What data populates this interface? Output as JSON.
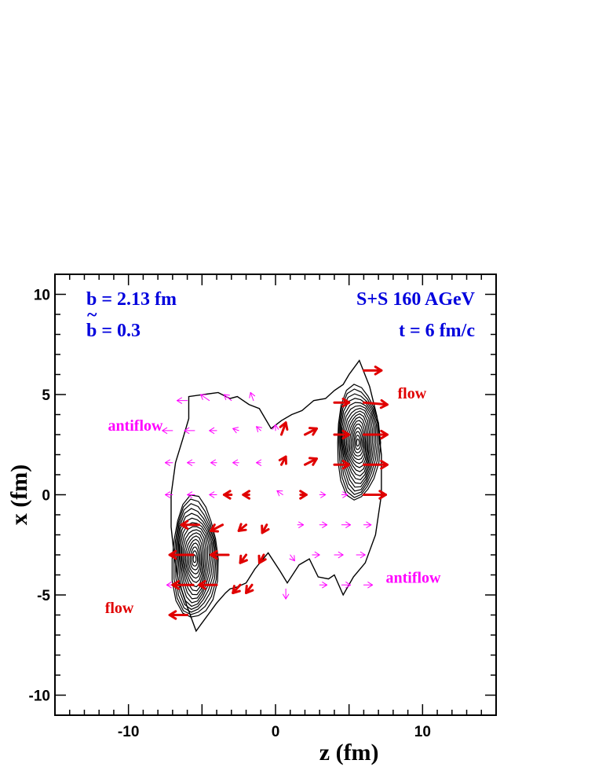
{
  "chart_data": {
    "type": "contour-vector",
    "xlabel": "z  (fm)",
    "ylabel": "x  (fm)",
    "xlim": [
      -15,
      15
    ],
    "ylim": [
      -11,
      11
    ],
    "x_ticks": [
      -10,
      0,
      10
    ],
    "y_ticks": [
      -10,
      -5,
      0,
      5,
      10
    ],
    "x_tick_labels": [
      "-10",
      "0",
      "10"
    ],
    "y_tick_labels": [
      "-10",
      "-5",
      "0",
      "5",
      "10"
    ],
    "annotations": {
      "impact": "b = 2.13 fm",
      "reduced": "b = 0.3",
      "system": "S+S  160 AGeV",
      "time": "t = 6 fm/c"
    },
    "labels": [
      {
        "text": "flow",
        "z": 8.3,
        "x": 4.8,
        "color": "#e00000"
      },
      {
        "text": "antiflow",
        "z": -11.4,
        "x": 3.2,
        "color": "#ff00ff"
      },
      {
        "text": "antiflow",
        "z": 7.5,
        "x": -4.4,
        "color": "#ff00ff"
      },
      {
        "text": "flow",
        "z": -11.6,
        "x": -5.9,
        "color": "#e00000"
      }
    ],
    "contour_outline": [
      [
        -5.4,
        -6.8
      ],
      [
        -4.6,
        -6.0
      ],
      [
        -4.0,
        -5.4
      ],
      [
        -3.4,
        -4.9
      ],
      [
        -3.1,
        -4.7
      ],
      [
        -2.6,
        -4.6
      ],
      [
        -2.0,
        -4.4
      ],
      [
        -1.4,
        -3.7
      ],
      [
        -0.5,
        -2.9
      ],
      [
        0.3,
        -3.8
      ],
      [
        0.8,
        -4.4
      ],
      [
        1.6,
        -3.5
      ],
      [
        2.3,
        -3.2
      ],
      [
        2.9,
        -4.1
      ],
      [
        3.6,
        -4.2
      ],
      [
        4.0,
        -4.0
      ],
      [
        4.6,
        -5.0
      ],
      [
        5.3,
        -4.1
      ],
      [
        6.1,
        -3.4
      ],
      [
        6.8,
        -2.0
      ],
      [
        7.2,
        0.0
      ],
      [
        7.2,
        2.0
      ],
      [
        6.9,
        3.9
      ],
      [
        6.4,
        5.4
      ],
      [
        5.7,
        6.7
      ],
      [
        5.0,
        6.0
      ],
      [
        4.6,
        5.5
      ],
      [
        4.0,
        5.2
      ],
      [
        3.4,
        4.8
      ],
      [
        2.6,
        4.7
      ],
      [
        1.8,
        4.2
      ],
      [
        1.1,
        4.0
      ],
      [
        0.4,
        3.7
      ],
      [
        -0.3,
        3.3
      ],
      [
        -1.1,
        4.3
      ],
      [
        -1.8,
        4.5
      ],
      [
        -2.6,
        4.9
      ],
      [
        -3.1,
        4.8
      ],
      [
        -3.9,
        5.1
      ],
      [
        -4.9,
        5.0
      ],
      [
        -5.9,
        4.9
      ],
      [
        -5.9,
        3.8
      ],
      [
        -6.3,
        2.8
      ],
      [
        -6.8,
        1.6
      ],
      [
        -7.1,
        0.0
      ],
      [
        -7.1,
        -1.6
      ],
      [
        -6.9,
        -3.0
      ],
      [
        -6.6,
        -4.3
      ],
      [
        -6.0,
        -5.6
      ]
    ],
    "peaks": [
      {
        "z": -5.5,
        "x": -3.2,
        "sz": 1.45,
        "sx": 2.9,
        "levels": 16
      },
      {
        "z": 5.6,
        "x": 2.6,
        "sz": 1.35,
        "sx": 2.7,
        "levels": 16
      }
    ],
    "flow_vectors": [
      {
        "z": 6.0,
        "x": 6.2,
        "dz": 1.2,
        "dx": 0.0
      },
      {
        "z": 6.0,
        "x": 4.6,
        "dz": 1.6,
        "dx": -0.1
      },
      {
        "z": 6.0,
        "x": 3.0,
        "dz": 1.6,
        "dx": 0.0
      },
      {
        "z": 6.0,
        "x": 1.5,
        "dz": 1.6,
        "dx": 0.0
      },
      {
        "z": 6.0,
        "x": 0.0,
        "dz": 1.5,
        "dx": 0.0
      },
      {
        "z": 4.0,
        "x": 4.6,
        "dz": 1.0,
        "dx": 0.0
      },
      {
        "z": 4.0,
        "x": 3.0,
        "dz": 1.0,
        "dx": 0.0
      },
      {
        "z": 4.0,
        "x": 1.5,
        "dz": 1.0,
        "dx": 0.0
      },
      {
        "z": 2.0,
        "x": 3.0,
        "dz": 0.8,
        "dx": 0.3
      },
      {
        "z": 2.0,
        "x": 1.5,
        "dz": 0.8,
        "dx": 0.3
      },
      {
        "z": 1.7,
        "x": 0.0,
        "dz": 0.4,
        "dx": 0.0
      },
      {
        "z": 0.4,
        "x": 3.0,
        "dz": 0.3,
        "dx": 0.6
      },
      {
        "z": 0.4,
        "x": 1.5,
        "dz": 0.3,
        "dx": 0.4
      },
      {
        "z": -1.8,
        "x": 0.0,
        "dz": -0.4,
        "dx": 0.0
      },
      {
        "z": -3.0,
        "x": 0.0,
        "dz": -0.5,
        "dx": 0.0
      },
      {
        "z": -0.6,
        "x": -1.5,
        "dz": -0.3,
        "dx": -0.4
      },
      {
        "z": -2.0,
        "x": -1.5,
        "dz": -0.5,
        "dx": -0.3
      },
      {
        "z": -3.6,
        "x": -1.5,
        "dz": -0.8,
        "dx": -0.3
      },
      {
        "z": -5.2,
        "x": -1.5,
        "dz": -1.2,
        "dx": 0.0
      },
      {
        "z": -5.6,
        "x": -3.0,
        "dz": -1.6,
        "dx": 0.0
      },
      {
        "z": -3.2,
        "x": -3.0,
        "dz": -1.2,
        "dx": 0.0
      },
      {
        "z": -2.0,
        "x": -3.0,
        "dz": -0.4,
        "dx": -0.4
      },
      {
        "z": -0.8,
        "x": -3.0,
        "dz": -0.3,
        "dx": -0.4
      },
      {
        "z": -5.6,
        "x": -4.5,
        "dz": -1.4,
        "dx": 0.0
      },
      {
        "z": -4.0,
        "x": -4.5,
        "dz": -1.2,
        "dx": 0.0
      },
      {
        "z": -2.4,
        "x": -4.5,
        "dz": -0.5,
        "dx": -0.4
      },
      {
        "z": -1.6,
        "x": -4.5,
        "dz": -0.4,
        "dx": -0.4
      },
      {
        "z": -6.0,
        "x": -6.0,
        "dz": -1.2,
        "dx": 0.0
      }
    ],
    "antiflow_vectors": [
      {
        "z": -6.0,
        "x": 4.7,
        "dz": -0.7,
        "dx": 0.0
      },
      {
        "z": -4.5,
        "x": 4.7,
        "dz": -0.6,
        "dx": 0.3
      },
      {
        "z": -3.0,
        "x": 4.7,
        "dz": -0.5,
        "dx": 0.3
      },
      {
        "z": -1.5,
        "x": 4.7,
        "dz": -0.2,
        "dx": 0.4
      },
      {
        "z": -7.0,
        "x": 3.2,
        "dz": -0.7,
        "dx": 0.0
      },
      {
        "z": -5.5,
        "x": 3.2,
        "dz": -0.7,
        "dx": 0.0
      },
      {
        "z": -4.0,
        "x": 3.2,
        "dz": -0.5,
        "dx": 0.0
      },
      {
        "z": -2.5,
        "x": 3.2,
        "dz": -0.4,
        "dx": 0.1
      },
      {
        "z": -1.0,
        "x": 3.2,
        "dz": -0.3,
        "dx": 0.2
      },
      {
        "z": 0.0,
        "x": 3.2,
        "dz": 0.0,
        "dx": 0.3
      },
      {
        "z": -7.0,
        "x": 1.6,
        "dz": -0.5,
        "dx": 0.0
      },
      {
        "z": -5.5,
        "x": 1.6,
        "dz": -0.5,
        "dx": 0.0
      },
      {
        "z": -4.0,
        "x": 1.6,
        "dz": -0.4,
        "dx": 0.0
      },
      {
        "z": -2.5,
        "x": 1.6,
        "dz": -0.4,
        "dx": 0.0
      },
      {
        "z": -1.0,
        "x": 1.6,
        "dz": -0.3,
        "dx": 0.0
      },
      {
        "z": -7.0,
        "x": 0.0,
        "dz": -0.5,
        "dx": 0.0
      },
      {
        "z": -5.5,
        "x": 0.0,
        "dz": -0.5,
        "dx": 0.0
      },
      {
        "z": -4.0,
        "x": 0.0,
        "dz": -0.5,
        "dx": 0.0
      },
      {
        "z": 0.5,
        "x": 0.0,
        "dz": -0.4,
        "dx": 0.2
      },
      {
        "z": 3.0,
        "x": 0.0,
        "dz": 0.4,
        "dx": 0.0
      },
      {
        "z": 4.5,
        "x": 0.0,
        "dz": 0.4,
        "dx": 0.0
      },
      {
        "z": 1.5,
        "x": -1.5,
        "dz": 0.4,
        "dx": 0.0
      },
      {
        "z": 3.0,
        "x": -1.5,
        "dz": 0.5,
        "dx": 0.0
      },
      {
        "z": 4.5,
        "x": -1.5,
        "dz": 0.6,
        "dx": 0.0
      },
      {
        "z": 6.0,
        "x": -1.5,
        "dz": 0.5,
        "dx": 0.0
      },
      {
        "z": 1.0,
        "x": -3.0,
        "dz": 0.3,
        "dx": -0.3
      },
      {
        "z": 2.5,
        "x": -3.0,
        "dz": 0.5,
        "dx": 0.0
      },
      {
        "z": 4.0,
        "x": -3.0,
        "dz": 0.6,
        "dx": 0.0
      },
      {
        "z": 5.5,
        "x": -3.0,
        "dz": 0.6,
        "dx": 0.0
      },
      {
        "z": -7.0,
        "x": -4.5,
        "dz": -0.4,
        "dx": 0.0
      },
      {
        "z": 0.7,
        "x": -4.7,
        "dz": 0.0,
        "dx": -0.5
      },
      {
        "z": 3.0,
        "x": -4.5,
        "dz": 0.5,
        "dx": 0.0
      },
      {
        "z": 4.5,
        "x": -4.5,
        "dz": 0.6,
        "dx": 0.0
      },
      {
        "z": 6.0,
        "x": -4.5,
        "dz": 0.6,
        "dx": 0.0
      }
    ],
    "colors": {
      "annotation": "#0000dd",
      "flow": "#e00000",
      "antiflow": "#ff00ff",
      "contour": "#000000"
    },
    "grid": false,
    "legend": "none"
  }
}
